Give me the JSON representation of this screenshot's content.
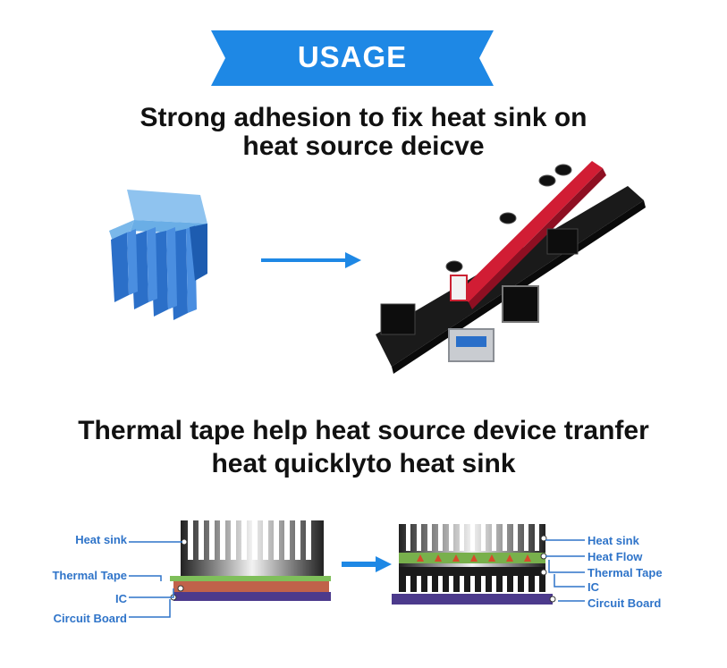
{
  "banner": {
    "title": "USAGE"
  },
  "section1": {
    "heading_line1": "Strong adhesion to fix heat sink on",
    "heading_line2": "heat source deicve"
  },
  "section2": {
    "heading_line1": "Thermal tape help heat source device tranfer",
    "heading_line2": "heat quicklyto heat sink"
  },
  "diagram_left": {
    "labels": [
      "Heat sink",
      "Thermal Tape",
      "IC",
      "Circuit Board"
    ]
  },
  "diagram_right": {
    "labels": [
      "Heat sink",
      "Heat Flow",
      "Thermal Tape",
      "IC",
      "Circuit Board"
    ]
  },
  "colors": {
    "accent": "#1e88e5",
    "label": "#2f74c9",
    "heading": "#111111"
  }
}
